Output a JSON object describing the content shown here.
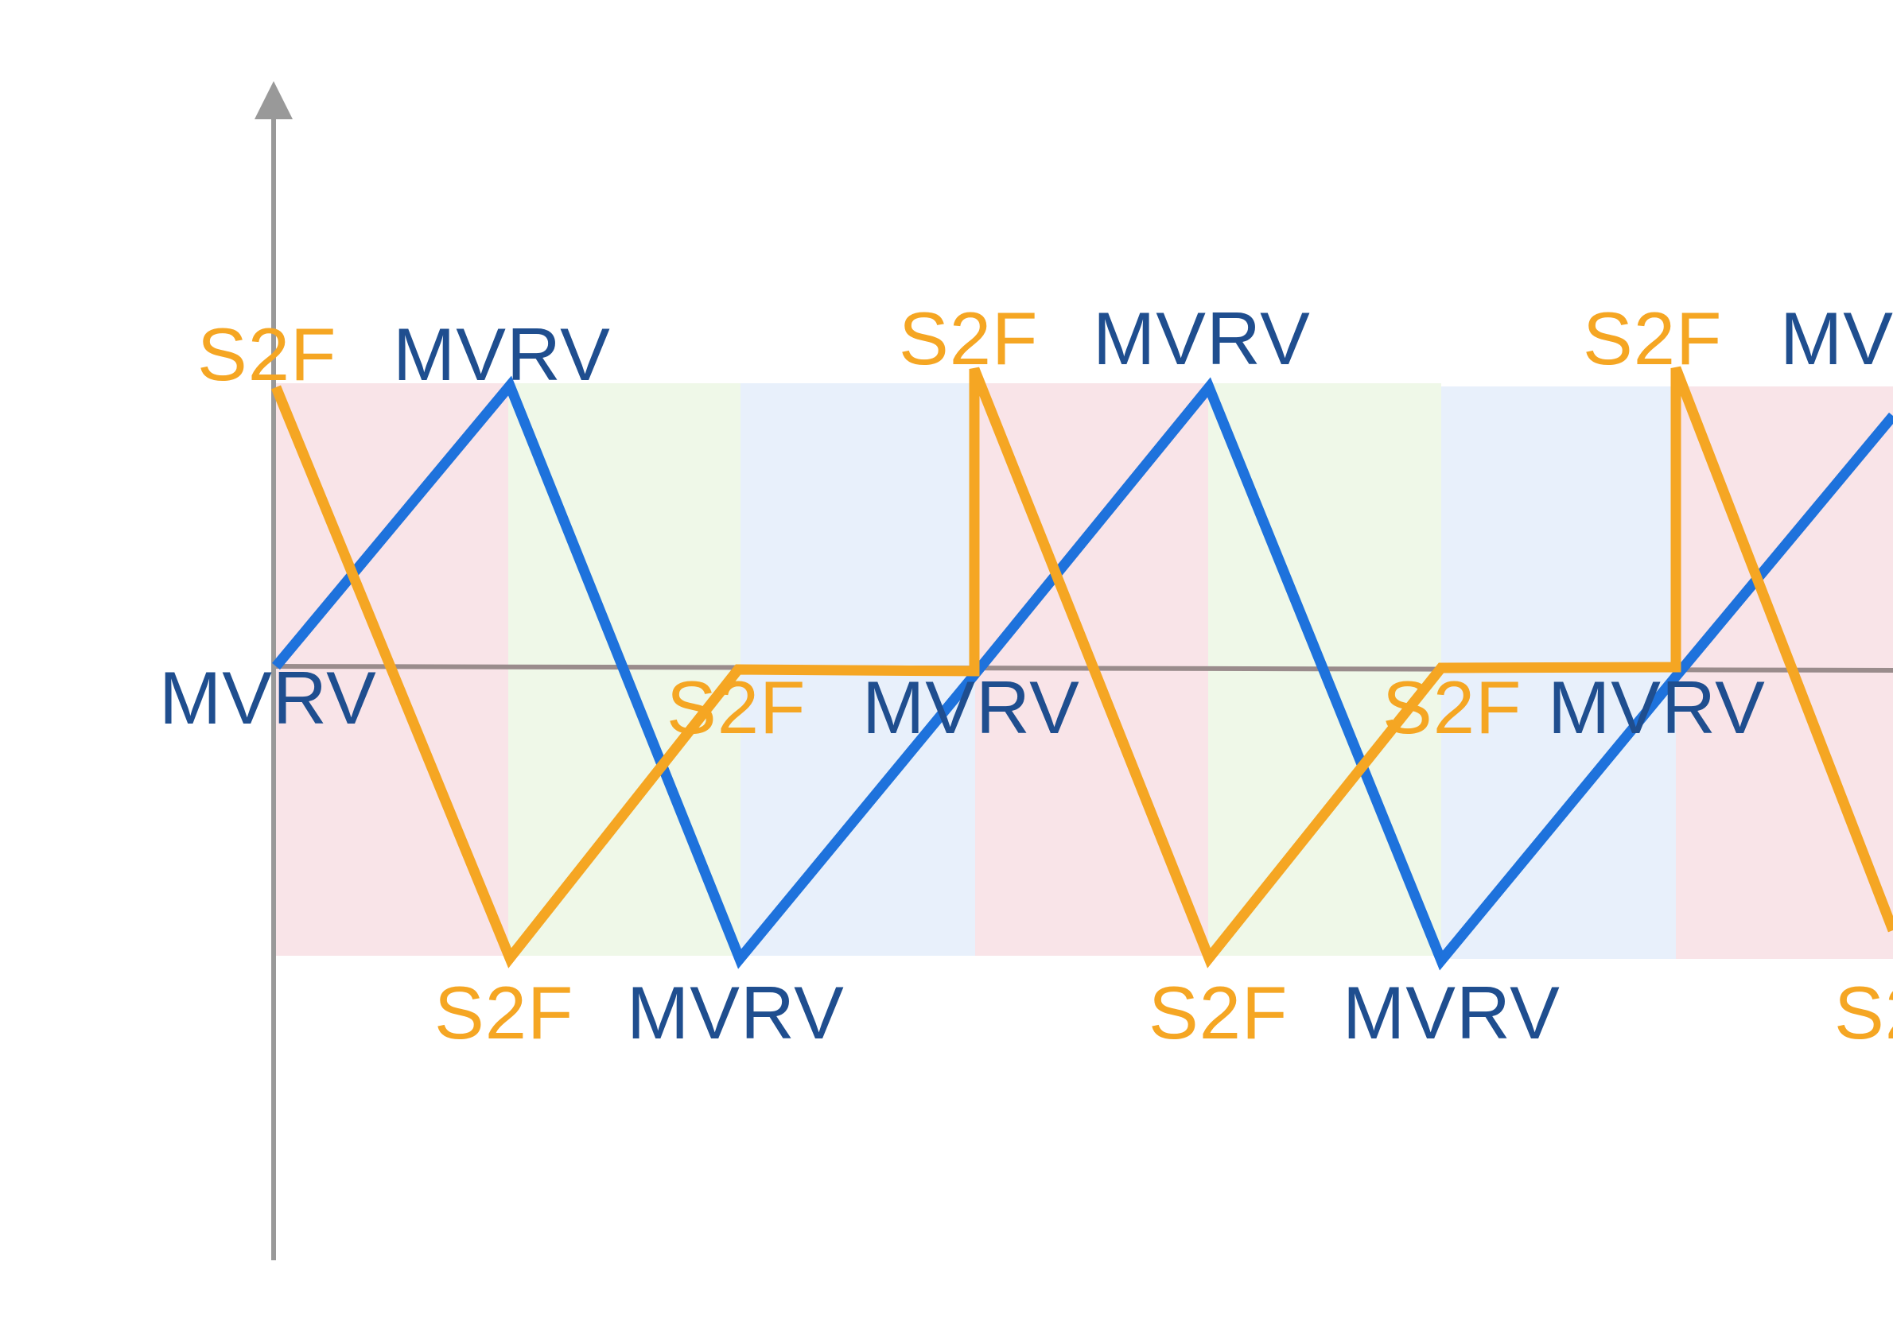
{
  "colors": {
    "s2f": "#F5A623",
    "mvrv_line": "#1E72DC",
    "mvrv_text": "#1F4E8F",
    "axis": "#999999",
    "midline": "#9A8C8C",
    "band_red": "#F9E4E8",
    "band_green": "#EFF8E8",
    "band_blue": "#E8F0FB"
  },
  "diagram": {
    "labels": {
      "s2f": "S2F",
      "mvrv": "MVRV"
    },
    "bands": [
      "red",
      "green",
      "blue",
      "red",
      "green",
      "blue",
      "red"
    ],
    "mvrv_phases": [
      "mid",
      "top",
      "bottom",
      "top",
      "bottom",
      "top"
    ],
    "s2f_phases": [
      "top",
      "bottom",
      "mid",
      "mid",
      "top",
      "bottom",
      "mid",
      "mid",
      "top",
      "bottom"
    ]
  }
}
